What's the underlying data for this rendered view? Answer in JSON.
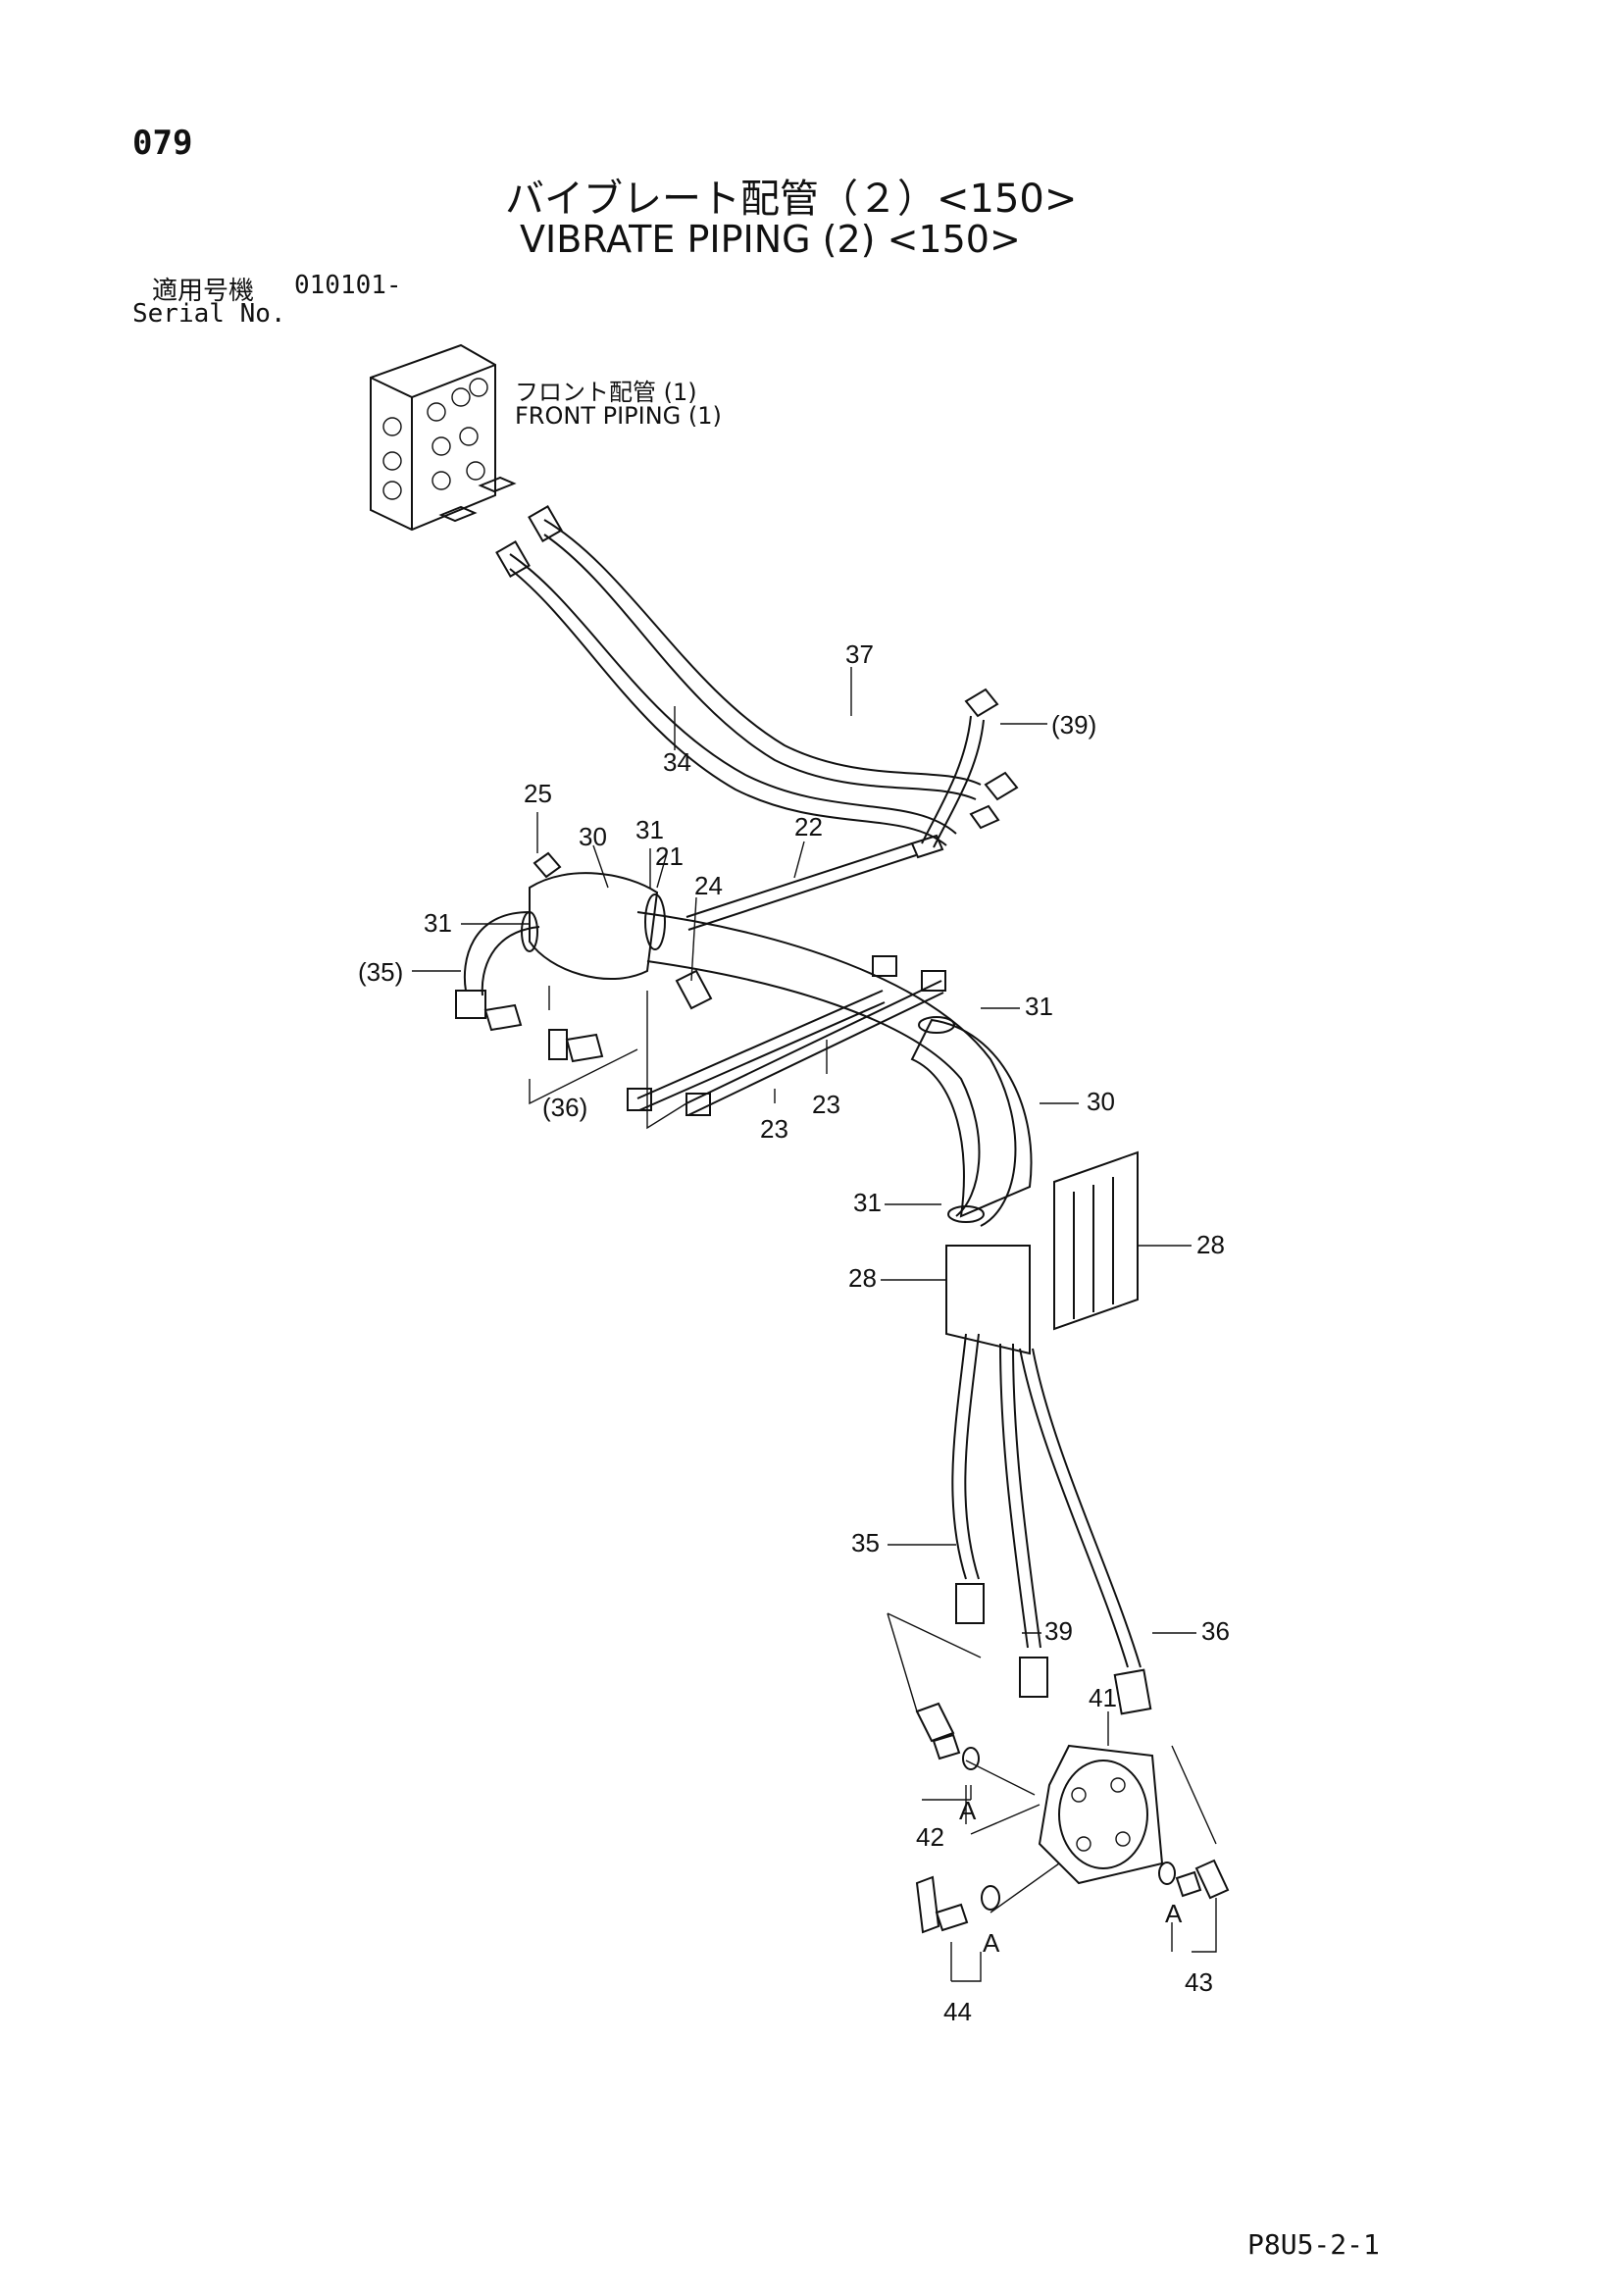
{
  "header": {
    "page_number": "079",
    "title_jp": "バイブレート配管（２）<150>",
    "title_en": "VIBRATE PIPING (2) <150>",
    "serial_label_jp": "適用号機",
    "serial_value": "010101-",
    "serial_label_en": "Serial No."
  },
  "reference": {
    "label_jp": "フロント配管 (1)",
    "label_en": "FRONT PIPING (1)"
  },
  "callouts": {
    "c37": "37",
    "c39p": "(39)",
    "c34": "34",
    "c25": "25",
    "c30a": "30",
    "c31a": "31",
    "c21": "21",
    "c22": "22",
    "c24": "24",
    "c31b": "31",
    "c35p": "(35)",
    "c31c": "31",
    "c30b": "30",
    "c36p": "(36)",
    "c23a": "23",
    "c23b": "23",
    "c31d": "31",
    "c28a": "28",
    "c28b": "28",
    "c35": "35",
    "c39": "39",
    "c36": "36",
    "c41": "41",
    "cA1": "A",
    "c42": "42",
    "cA2": "A",
    "cA3": "A",
    "c43": "43",
    "c44": "44"
  },
  "footer": {
    "code": "P8U5-2-1"
  }
}
